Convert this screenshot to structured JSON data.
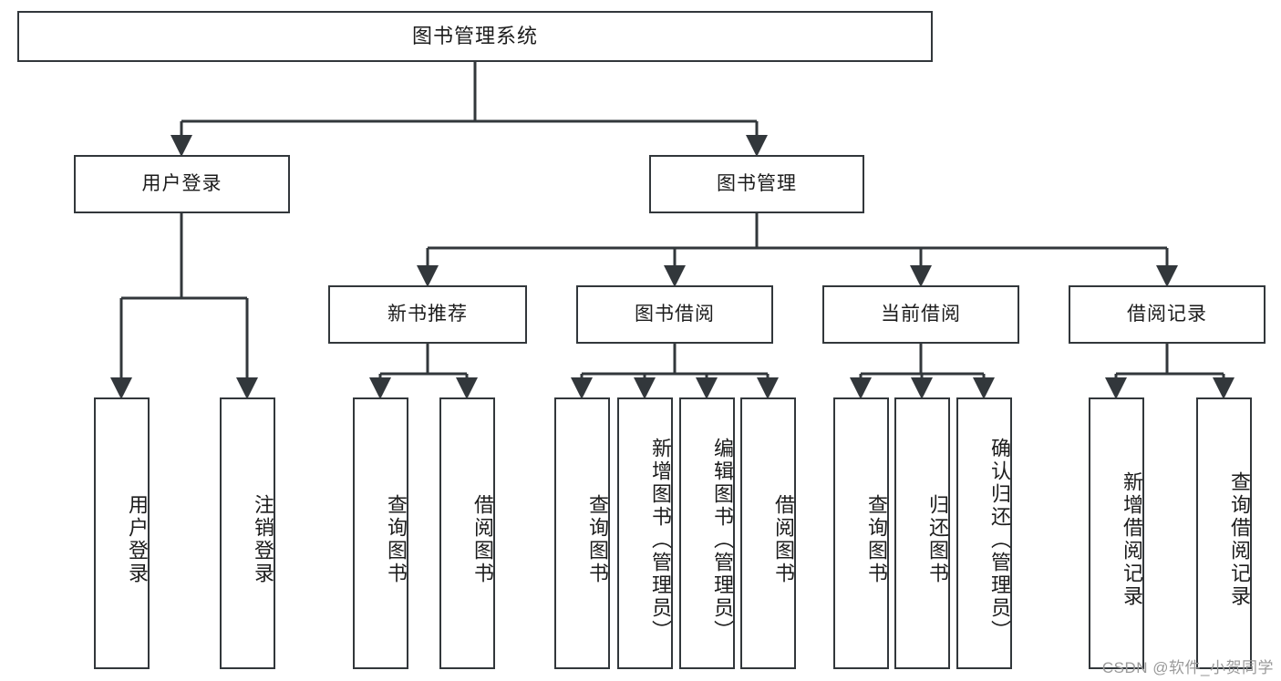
{
  "diagram": {
    "title": "图书管理系统",
    "type": "hierarchy-tree",
    "root": {
      "id": "root",
      "label": "图书管理系统"
    },
    "level1": [
      {
        "id": "user-login",
        "label": "用户登录"
      },
      {
        "id": "book-management",
        "label": "图书管理"
      }
    ],
    "level2": [
      {
        "id": "new-book-recommend",
        "label": "新书推荐",
        "parent": "book-management"
      },
      {
        "id": "book-borrow",
        "label": "图书借阅",
        "parent": "book-management"
      },
      {
        "id": "current-borrow",
        "label": "当前借阅",
        "parent": "book-management"
      },
      {
        "id": "borrow-record",
        "label": "借阅记录",
        "parent": "book-management"
      }
    ],
    "leaves": {
      "user_login": [
        {
          "id": "leaf-user-login",
          "label": "用户登录"
        },
        {
          "id": "leaf-logout",
          "label": "注销登录"
        }
      ],
      "new_book_recommend": [
        {
          "id": "leaf-query-book-1",
          "label": "查询图书"
        },
        {
          "id": "leaf-borrow-book-1",
          "label": "借阅图书"
        }
      ],
      "book_borrow": [
        {
          "id": "leaf-query-book-2",
          "label": "查询图书"
        },
        {
          "id": "leaf-add-book",
          "label": "新增图书（管理员）"
        },
        {
          "id": "leaf-edit-book",
          "label": "编辑图书（管理员）"
        },
        {
          "id": "leaf-borrow-book-2",
          "label": "借阅图书"
        }
      ],
      "current_borrow": [
        {
          "id": "leaf-query-book-3",
          "label": "查询图书"
        },
        {
          "id": "leaf-return-book",
          "label": "归还图书"
        },
        {
          "id": "leaf-confirm-return",
          "label": "确认归还（管理员）"
        }
      ],
      "borrow_record": [
        {
          "id": "leaf-add-record",
          "label": "新增借阅记录"
        },
        {
          "id": "leaf-query-record",
          "label": "查询借阅记录"
        }
      ]
    }
  },
  "watermark": {
    "text": "CSDN @软件_小贺同学"
  },
  "colors": {
    "stroke": "#32373b",
    "background": "#ffffff",
    "text": "#1c1c1c",
    "watermark": "#9a9a9a"
  }
}
